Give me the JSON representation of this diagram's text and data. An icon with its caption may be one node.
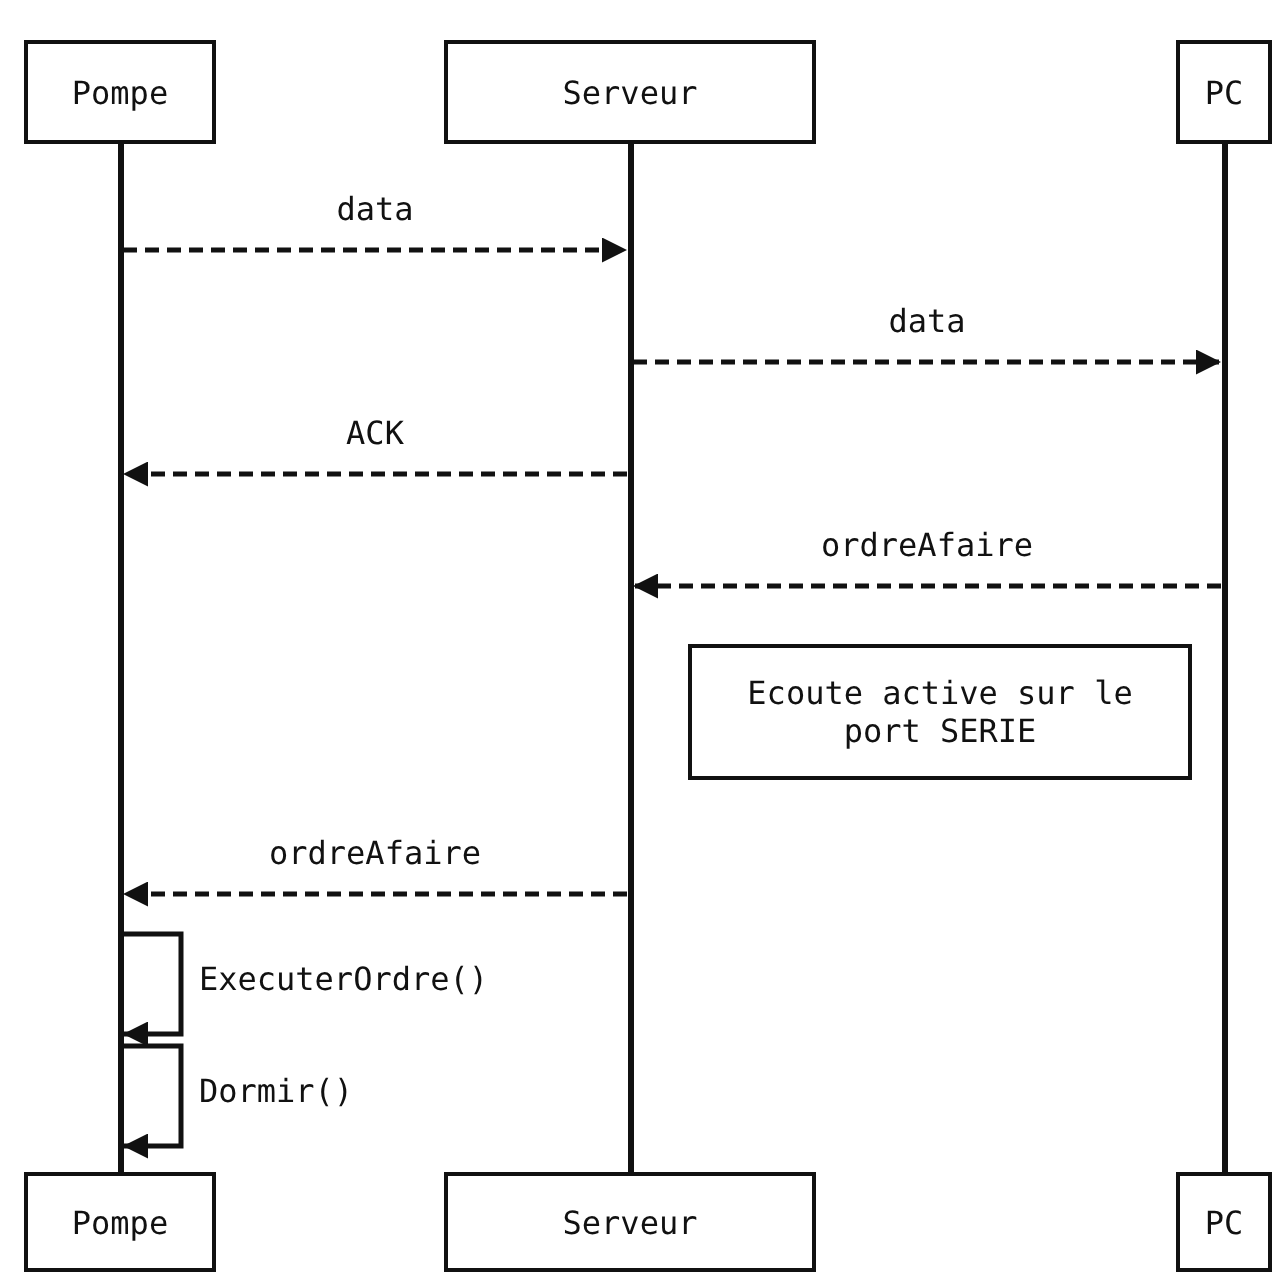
{
  "diagram": {
    "nodes": [
      {
        "text": [
          "Pompe"
        ]
      },
      {
        "text": [
          "Serveur"
        ]
      },
      {
        "text": [
          "PC"
        ]
      },
      {
        "text": [
          "Pompe"
        ]
      },
      {
        "text": [
          "Serveur"
        ]
      },
      {
        "text": [
          "PC"
        ]
      },
      {
        "text": [
          "Ecoute active sur le port SERIE"
        ]
      },
      {
        "text": [],
        "shape": "bar"
      },
      {
        "text": [],
        "shape": "bar"
      },
      {
        "text": [],
        "shape": "bar"
      }
    ],
    "edges": [
      {
        "from": 7,
        "to": 8,
        "arrow": "to",
        "label": "data",
        "style": "dashed"
      },
      {
        "from": 8,
        "to": 9,
        "arrow": "to",
        "label": "data",
        "style": "dashed"
      },
      {
        "from": 8,
        "to": 7,
        "arrow": "to",
        "label": "ACK",
        "style": "dashed"
      },
      {
        "from": 9,
        "to": 8,
        "arrow": "to",
        "label": "ordreAfaire",
        "style": "dashed"
      },
      {
        "from": 8,
        "to": 7,
        "arrow": "to",
        "label": "ordreAfaire",
        "style": "dashed"
      },
      {
        "from": 7,
        "to": 7,
        "arrow": "to",
        "label": "ExecuterOrdre()"
      },
      {
        "from": 7,
        "to": 7,
        "arrow": "to",
        "label": "Dormir()"
      }
    ]
  }
}
